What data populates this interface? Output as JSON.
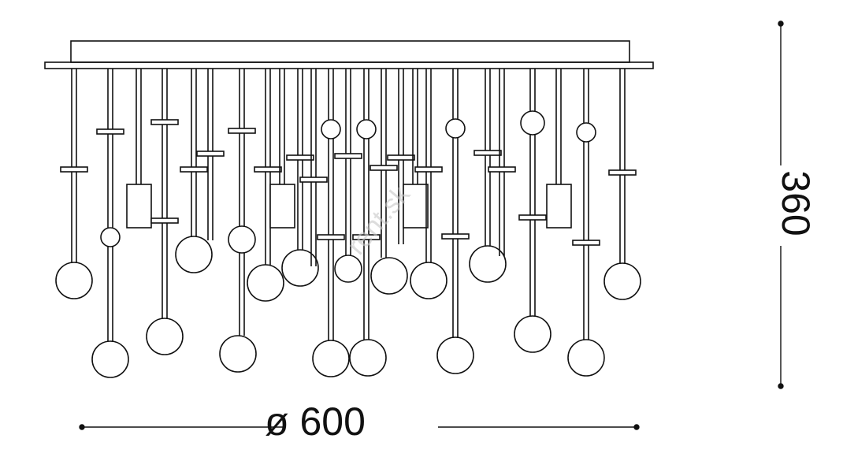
{
  "dimensions": {
    "width_label": "ø 600",
    "height_label": "360"
  },
  "watermark": "rent.sk",
  "colors": {
    "line": "#111111",
    "background": "#ffffff",
    "watermark": "#c8c8c8"
  }
}
